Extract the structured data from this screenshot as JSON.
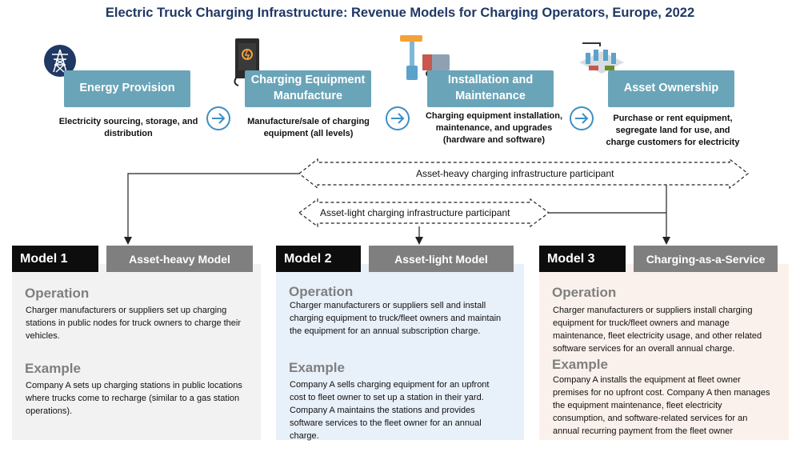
{
  "title": "Electric Truck Charging Infrastructure: Revenue Models for Charging Operators, Europe, 2022",
  "stages": [
    {
      "label": "Energy Provision",
      "description": "Electricity sourcing, storage, and distribution",
      "icon": "power-tower-icon"
    },
    {
      "label": "Charging Equipment Manufacture",
      "description": "Manufacture/sale of charging equipment (all levels)",
      "icon": "charger-icon"
    },
    {
      "label": "Installation and Maintenance",
      "description": "Charging equipment installation, maintenance, and upgrades (hardware and software)",
      "icon": "truck-charging-icon"
    },
    {
      "label": "Asset Ownership",
      "description": "Purchase or rent equipment, segregate land for use, and charge customers for electricity",
      "icon": "charging-station-icon"
    }
  ],
  "bands": {
    "asset_heavy": "Asset-heavy charging infrastructure participant",
    "asset_light": "Asset-light charging infrastructure participant"
  },
  "models": [
    {
      "tag": "Model 1",
      "name": "Asset-heavy Model",
      "operation_heading": "Operation",
      "operation_text": "Charger manufacturers or suppliers set up charging stations in public nodes for truck owners to charge their vehicles.",
      "example_heading": "Example",
      "example_text": "Company A sets up charging stations in public locations where trucks come to recharge (similar to a gas station operations).",
      "bg": "#f2f2f2"
    },
    {
      "tag": "Model 2",
      "name": "Asset-light Model",
      "operation_heading": "Operation",
      "operation_text": "Charger manufacturers or suppliers sell and install charging equipment to truck/fleet owners and maintain the equipment for an annual subscription charge.",
      "example_heading": "Example",
      "example_text": "Company A sells charging equipment for an upfront cost to fleet owner to set up a station in their yard. Company A maintains the stations and provides software services to the fleet owner for an annual charge.",
      "bg": "#e8f0fa"
    },
    {
      "tag": "Model 3",
      "name": "Charging-as-a-Service",
      "operation_heading": "Operation",
      "operation_text": "Charger manufacturers or suppliers install charging equipment for truck/fleet owners and manage maintenance, fleet electricity usage, and other related software services for an overall annual charge.",
      "example_heading": "Example",
      "example_text": "Company A installs the equipment at fleet owner premises for no upfront cost. Company A then manages the equipment maintenance, fleet electricity consumption, and software-related services for an annual recurring payment from the fleet owner",
      "bg": "#fbf1ec"
    }
  ],
  "colors": {
    "title": "#1f3864",
    "stage_box": "#6aa4b8",
    "flow_arrow": "#3d8fc4",
    "model_tag": "#0d0d0d",
    "model_name": "#7f7f7f"
  }
}
